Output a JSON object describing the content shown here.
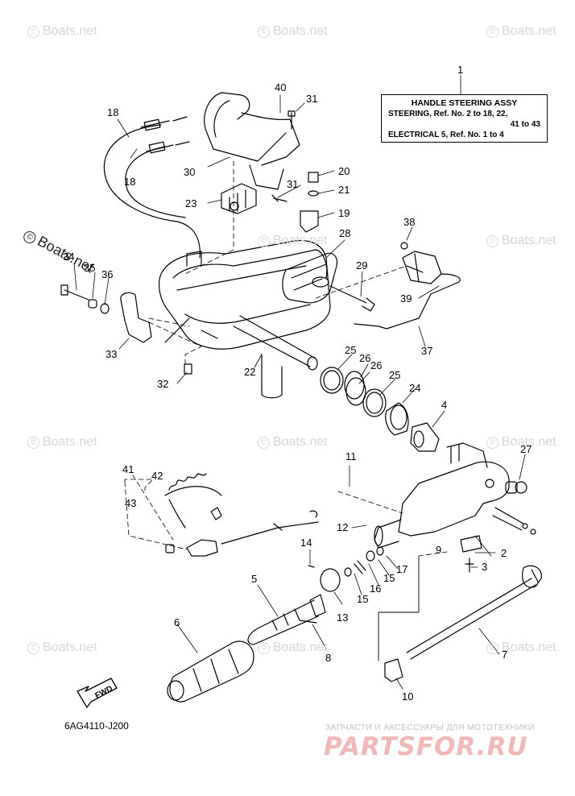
{
  "watermark": {
    "symbol": "©",
    "text": "Boats.net"
  },
  "title_box": {
    "heading": "HANDLE STEERING ASSY",
    "line1": "STEERING,  Ref. No. 2 to 18, 22,",
    "line2": "41 to 43",
    "line3": "ELECTRICAL 5,  Ref. No. 1 to 4"
  },
  "part_numbers": [
    "1",
    "2",
    "3",
    "4",
    "5",
    "6",
    "7",
    "8",
    "9",
    "10",
    "12",
    "13",
    "14",
    "15",
    "15",
    "16",
    "17",
    "18",
    "18",
    "19",
    "20",
    "21",
    "22",
    "23",
    "24",
    "25",
    "25",
    "26",
    "26",
    "27",
    "28",
    "29",
    "30",
    "31",
    "31",
    "32",
    "33",
    "34",
    "35",
    "36",
    "37",
    "38",
    "39",
    "40",
    "41",
    "42",
    "43",
    "11"
  ],
  "diagram_code": "6AG4110-J200",
  "fwd_label": "FWD",
  "footer": {
    "tagline": "ЗАПЧАСТИ И АКСЕССУАРЫ ДЛЯ МОТОТЕХНИКИ",
    "logo": "PARTSFOR.RU"
  }
}
